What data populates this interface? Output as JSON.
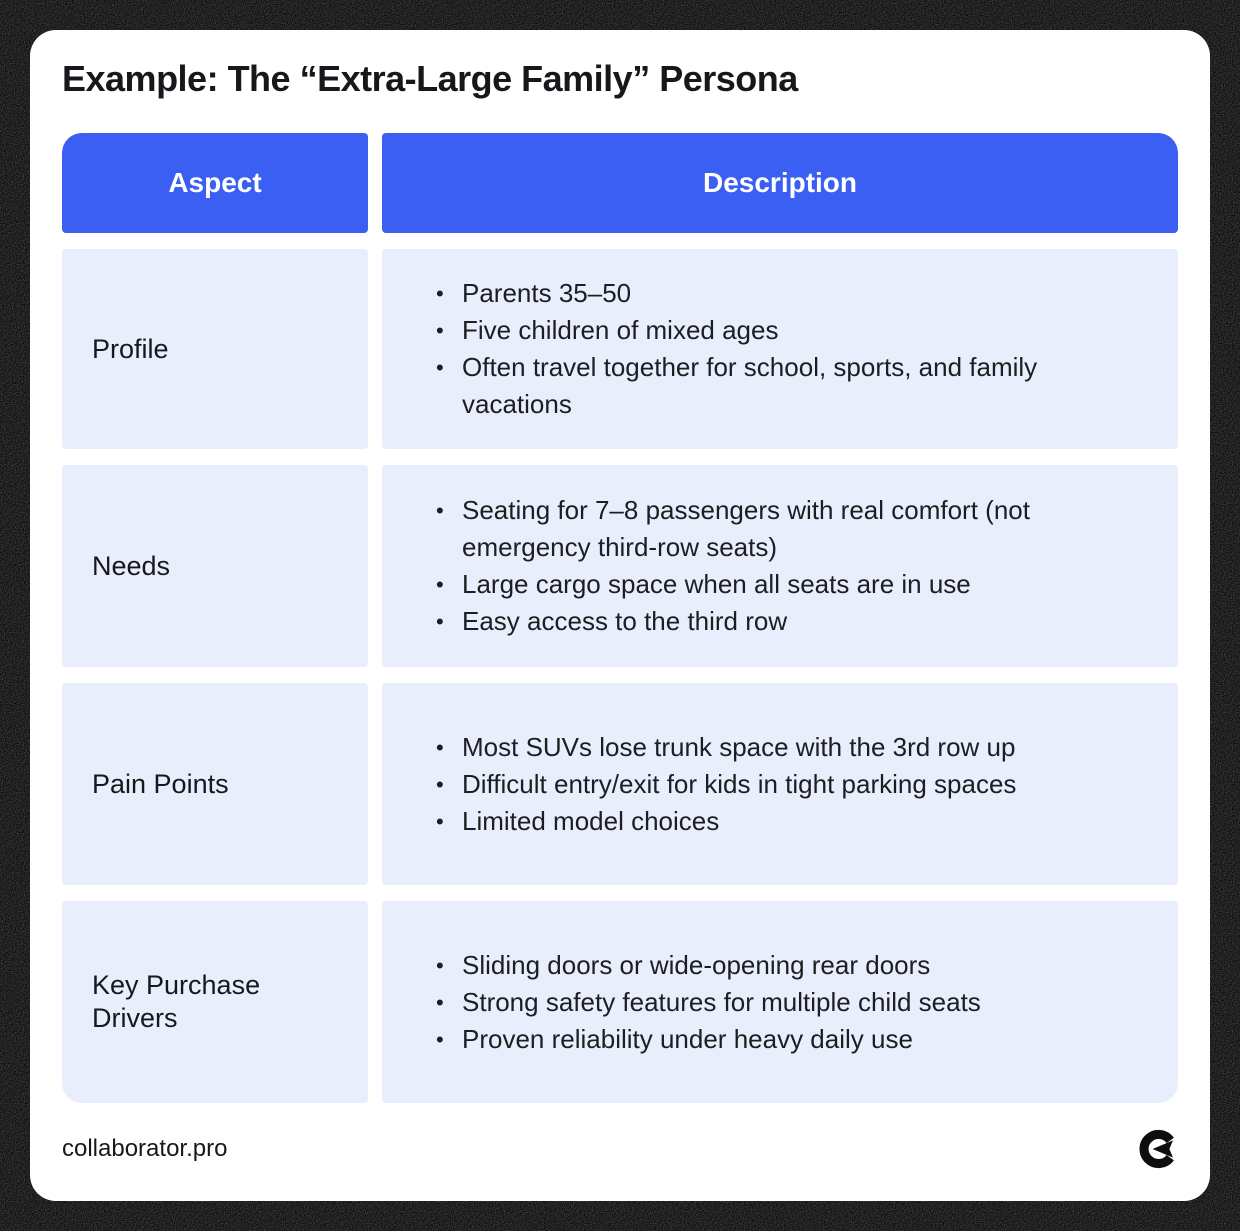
{
  "title": "Example: The “Extra-Large Family” Persona",
  "bullet_glyph": "•",
  "table": {
    "columns": [
      "Aspect",
      "Description"
    ],
    "rows": [
      {
        "aspect": "Profile",
        "bullets": [
          "Parents 35–50",
          "Five children of mixed ages",
          "Often travel together for school, sports, and family vacations"
        ]
      },
      {
        "aspect": "Needs",
        "bullets": [
          "Seating for 7–8 passengers with real comfort (not emergency third-row seats)",
          "Large cargo space when all seats are in use",
          "Easy access to the third row"
        ]
      },
      {
        "aspect": "Pain Points",
        "bullets": [
          "Most SUVs lose trunk space with the 3rd row up",
          "Difficult entry/exit for kids in tight parking spaces",
          "Limited model choices"
        ]
      },
      {
        "aspect": "Key Purchase Drivers",
        "bullets": [
          "Sliding doors or wide-opening rear doors",
          "Strong safety features for multiple child seats",
          "Proven reliability under heavy daily use"
        ]
      }
    ]
  },
  "footer": {
    "site": "collaborator.pro",
    "logo": "collaborator-logo"
  },
  "colors": {
    "header_blue": "#3b5ff2",
    "row_background": "#e9eefc",
    "text_dark": "#17181c",
    "header_text": "#ffffff",
    "frame_black": "#060606"
  }
}
